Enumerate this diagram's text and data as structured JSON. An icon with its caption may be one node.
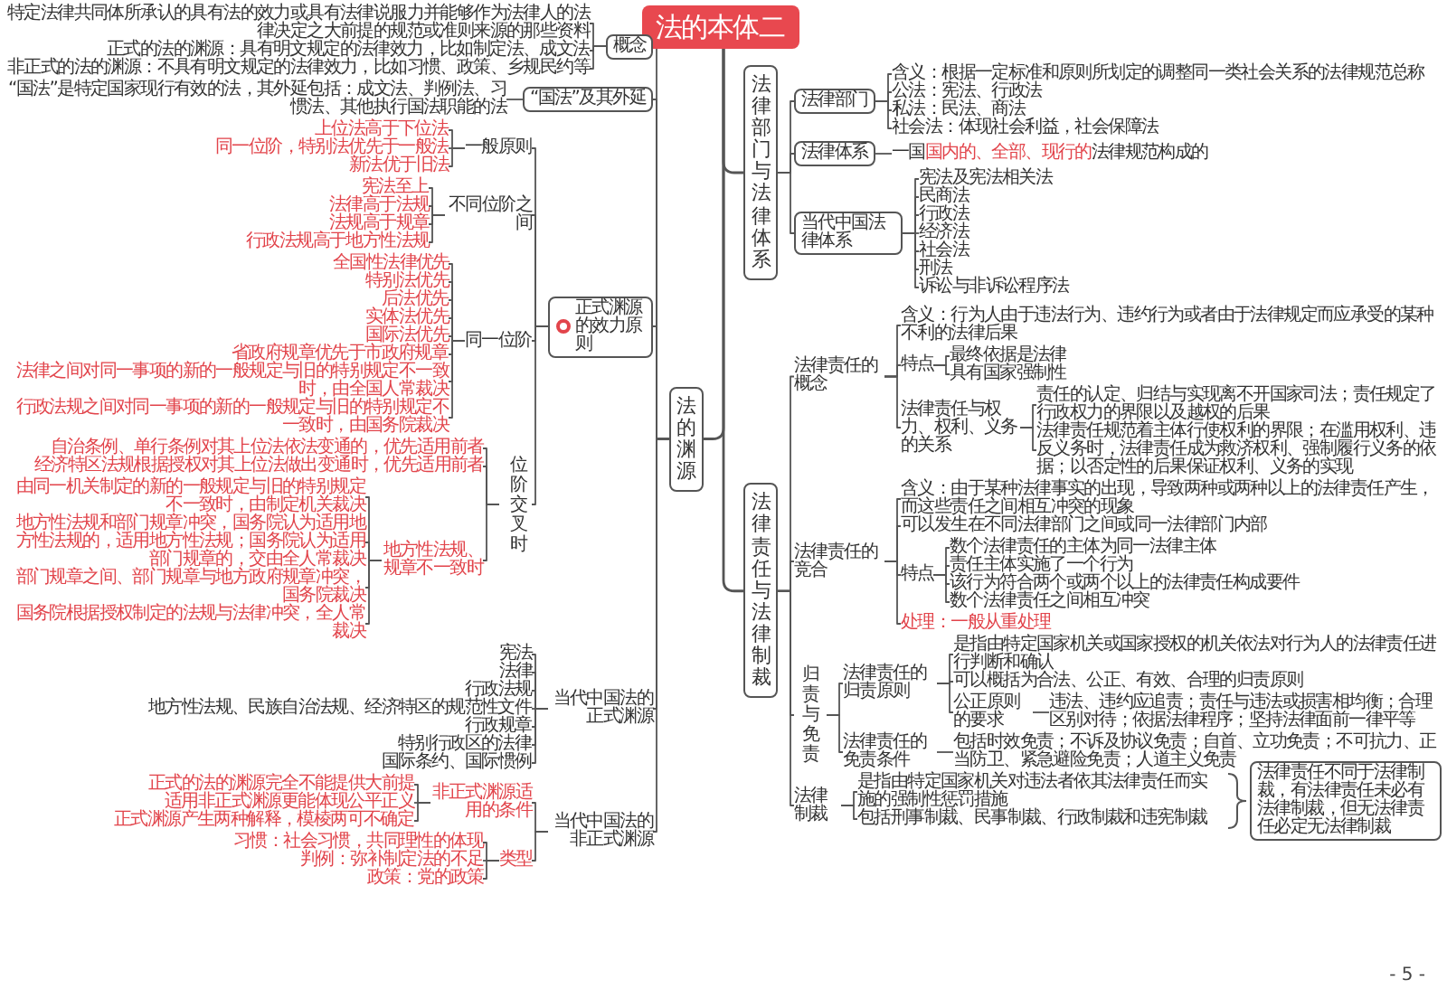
{
  "diagram": {
    "nodes": [
      {
        "text": [
          "法的本体二"
        ]
      },
      {
        "text": [
          "法的渊源"
        ]
      },
      {
        "text": [
          "概念"
        ]
      },
      {
        "text": [
          "特定法律共同体所承认的具有法的效力或具有法律说服力并能够作为法律人的法律决定之大前提的规范或准则来源的那些资料"
        ]
      },
      {
        "text": [
          "正式的法的渊源：具有明文规定的法律效力，比如制定法、成文法"
        ]
      },
      {
        "text": [
          "非正式的法的渊源：不具有明文规定的法律效力，比如习惯、政策、乡规民约等"
        ]
      },
      {
        "text": [
          "“国法”及其外延"
        ]
      },
      {
        "text": [
          "“国法”是特定国家现行有效的法，其外延包括：成文法、判例法、习惯法、其他执行国法职能的法"
        ]
      },
      {
        "text": [
          "正式渊源的效力原则"
        ]
      },
      {
        "text": [
          "一般原则"
        ]
      },
      {
        "text": [
          "上位法高于下位法"
        ]
      },
      {
        "text": [
          "同一位阶，特别法优先于一般法"
        ]
      },
      {
        "text": [
          "新法优于旧法"
        ]
      },
      {
        "text": [
          "不同位阶之间"
        ]
      },
      {
        "text": [
          "宪法至上"
        ]
      },
      {
        "text": [
          "法律高于法规"
        ]
      },
      {
        "text": [
          "法规高于规章"
        ]
      },
      {
        "text": [
          "行政法规高于地方性法规"
        ]
      },
      {
        "text": [
          "同一位阶"
        ]
      },
      {
        "text": [
          "全国性法律优先"
        ]
      },
      {
        "text": [
          "特别法优先"
        ]
      },
      {
        "text": [
          "后法优先"
        ]
      },
      {
        "text": [
          "实体法优先"
        ]
      },
      {
        "text": [
          "国际法优先"
        ]
      },
      {
        "text": [
          "省政府规章优先于市政府规章"
        ]
      },
      {
        "text": [
          "法律之间对同一事项的新的一般规定与旧的特别规定不一致时，由全国人常裁决"
        ]
      },
      {
        "text": [
          "行政法规之间对同一事项的新的一般规定与旧的特别规定不一致时，由国务院裁决"
        ]
      },
      {
        "text": [
          "位阶交叉时"
        ]
      },
      {
        "text": [
          "自治条例、单行条例对其上位法依法变通的，优先适用前者"
        ]
      },
      {
        "text": [
          "经济特区法规根据授权对其上位法做出变通时，优先适用前者"
        ]
      },
      {
        "text": [
          "地方性法规、规章不一致时"
        ]
      },
      {
        "text": [
          "由同一机关制定的新的一般规定与旧的特别规定不一致时，由制定机关裁决"
        ]
      },
      {
        "text": [
          "地方性法规和部门规章冲突，国务院认为适用地方性法规的，适用地方性法规；国务院认为适用部门规章的，交由全人常裁决"
        ]
      },
      {
        "text": [
          "部门规章之间、部门规章与地方政府规章冲突，国务院裁决"
        ]
      },
      {
        "text": [
          "国务院根据授权制定的法规与法律冲突，全人常裁决"
        ]
      },
      {
        "text": [
          "当代中国法的正式渊源"
        ]
      },
      {
        "text": [
          "宪法"
        ]
      },
      {
        "text": [
          "法律"
        ]
      },
      {
        "text": [
          "行政法规"
        ]
      },
      {
        "text": [
          "地方性法规、民族自治法规、经济特区的规范性文件"
        ]
      },
      {
        "text": [
          "行政规章"
        ]
      },
      {
        "text": [
          "特别行政区的法律"
        ]
      },
      {
        "text": [
          "国际条约、国际惯例"
        ]
      },
      {
        "text": [
          "当代中国法的非正式渊源"
        ]
      },
      {
        "text": [
          "非正式渊源适用的条件"
        ]
      },
      {
        "text": [
          "正式的法的渊源完全不能提供大前提"
        ]
      },
      {
        "text": [
          "适用非正式渊源更能体现公平正义"
        ]
      },
      {
        "text": [
          "正式渊源产生两种解释，模棱两可不确定"
        ]
      },
      {
        "text": [
          "类型"
        ]
      },
      {
        "text": [
          "习惯：社会习惯，共同理性的体现"
        ]
      },
      {
        "text": [
          "判例：弥补制定法的不足"
        ]
      },
      {
        "text": [
          "政策：党的政策"
        ]
      },
      {
        "text": [
          "法律部门与法律体系"
        ]
      },
      {
        "text": [
          "法律部门"
        ]
      },
      {
        "text": [
          "含义：根据一定标准和原则所划定的调整同一类社会关系的法律规范总称"
        ]
      },
      {
        "text": [
          "公法：宪法、行政法"
        ]
      },
      {
        "text": [
          "私法：民法、商法"
        ]
      },
      {
        "text": [
          "社会法：体现社会利益，社会保障法"
        ]
      },
      {
        "text": [
          "法律体系"
        ]
      },
      {
        "text": [
          "一国**国内的、全部、现行的**法律规范构成的"
        ]
      },
      {
        "text": [
          "当代中国法律体系"
        ]
      },
      {
        "text": [
          "宪法及宪法相关法"
        ]
      },
      {
        "text": [
          "民商法"
        ]
      },
      {
        "text": [
          "行政法"
        ]
      },
      {
        "text": [
          "经济法"
        ]
      },
      {
        "text": [
          "社会法"
        ]
      },
      {
        "text": [
          "刑法"
        ]
      },
      {
        "text": [
          "诉讼与非诉讼程序法"
        ]
      },
      {
        "text": [
          "法律责任与法律制裁"
        ]
      },
      {
        "text": [
          "法律责任的概念"
        ]
      },
      {
        "text": [
          "含义：行为人由于违法行为、违约行为或者由于法律规定而应承受的某种不利的法律后果"
        ]
      },
      {
        "text": [
          "特点"
        ]
      },
      {
        "text": [
          "最终依据是法律"
        ]
      },
      {
        "text": [
          "具有国家强制性"
        ]
      },
      {
        "text": [
          "法律责任与权力、权利、义务的关系"
        ]
      },
      {
        "text": [
          "责任的认定、归结与实现离不开国家司法；责任规定了行政权力的界限以及越权的后果"
        ]
      },
      {
        "text": [
          "法律责任规范着主体行使权利的界限；在滥用权利、违反义务时，法律责任成为救济权利、强制履行义务的依据；以否定性的后果保证权利、义务的实现"
        ]
      },
      {
        "text": [
          "法律责任的竞合"
        ]
      },
      {
        "text": [
          "含义：由于某种法律事实的出现，导致两种或两种以上的法律责任产生，而这些责任之间相互冲突的现象"
        ]
      },
      {
        "text": [
          "可以发生在不同法律部门之间或同一法律部门内部"
        ]
      },
      {
        "text": [
          "特点"
        ]
      },
      {
        "text": [
          "数个法律责任的主体为同一法律主体"
        ]
      },
      {
        "text": [
          "责任主体实施了一个行为"
        ]
      },
      {
        "text": [
          "该行为符合两个或两个以上的法律责任构成要件"
        ]
      },
      {
        "text": [
          "数个法律责任之间相互冲突"
        ]
      },
      {
        "text": [
          "处理：一般从重处理"
        ]
      },
      {
        "text": [
          "归责与免责"
        ]
      },
      {
        "text": [
          "法律责任的归责原则"
        ]
      },
      {
        "text": [
          "是指由特定国家机关或国家授权的机关依法对行为人的法律责任进行判断和确认"
        ]
      },
      {
        "text": [
          "可以概括为合法、公正、有效、合理的归责原则"
        ]
      },
      {
        "text": [
          "公正原则的要求"
        ]
      },
      {
        "text": [
          "违法、违约应追责；责任与违法或损害相均衡；合理区别对待；依据法律程序；坚持法律面前一律平等"
        ]
      },
      {
        "text": [
          "法律责任的免责条件"
        ]
      },
      {
        "text": [
          "包括时效免责；不诉及协议免责；自首、立功免责；不可抗力、正当防卫、紧急避险免责；人道主义免责"
        ]
      },
      {
        "text": [
          "法律制裁"
        ]
      },
      {
        "text": [
          "是指由特定国家机关对违法者依其法律责任而实施的强制性惩罚措施"
        ]
      },
      {
        "text": [
          "包括刑事制裁、民事制裁、行政制裁和违宪制裁"
        ]
      },
      {
        "text": [
          "法律责任不同于法律制裁，有法律责任未必有法律制裁，但无法律责任必定无法律制裁"
        ]
      }
    ],
    "edges": [
      {
        "from": 0,
        "to": 1,
        "arrow": "none"
      },
      {
        "from": 0,
        "to": 52,
        "arrow": "none"
      },
      {
        "from": 0,
        "to": 68,
        "arrow": "none"
      },
      {
        "from": 1,
        "to": 2,
        "arrow": "none"
      },
      {
        "from": 1,
        "to": 6,
        "arrow": "none"
      },
      {
        "from": 1,
        "to": 8,
        "arrow": "none"
      },
      {
        "from": 1,
        "to": 35,
        "arrow": "none"
      },
      {
        "from": 1,
        "to": 43,
        "arrow": "none"
      },
      {
        "from": 2,
        "to": 3,
        "arrow": "none"
      },
      {
        "from": 2,
        "to": 4,
        "arrow": "none"
      },
      {
        "from": 2,
        "to": 5,
        "arrow": "none"
      },
      {
        "from": 6,
        "to": 7,
        "arrow": "none"
      },
      {
        "from": 8,
        "to": 9,
        "arrow": "none"
      },
      {
        "from": 8,
        "to": 13,
        "arrow": "none"
      },
      {
        "from": 8,
        "to": 18,
        "arrow": "none"
      },
      {
        "from": 8,
        "to": 27,
        "arrow": "none"
      },
      {
        "from": 9,
        "to": 10,
        "arrow": "none"
      },
      {
        "from": 9,
        "to": 11,
        "arrow": "none"
      },
      {
        "from": 9,
        "to": 12,
        "arrow": "none"
      },
      {
        "from": 13,
        "to": 14,
        "arrow": "none"
      },
      {
        "from": 13,
        "to": 15,
        "arrow": "none"
      },
      {
        "from": 13,
        "to": 16,
        "arrow": "none"
      },
      {
        "from": 13,
        "to": 17,
        "arrow": "none"
      },
      {
        "from": 18,
        "to": 19,
        "arrow": "none"
      },
      {
        "from": 18,
        "to": 20,
        "arrow": "none"
      },
      {
        "from": 18,
        "to": 21,
        "arrow": "none"
      },
      {
        "from": 18,
        "to": 22,
        "arrow": "none"
      },
      {
        "from": 18,
        "to": 23,
        "arrow": "none"
      },
      {
        "from": 18,
        "to": 24,
        "arrow": "none"
      },
      {
        "from": 18,
        "to": 25,
        "arrow": "none"
      },
      {
        "from": 18,
        "to": 26,
        "arrow": "none"
      },
      {
        "from": 27,
        "to": 28,
        "arrow": "none"
      },
      {
        "from": 27,
        "to": 29,
        "arrow": "none"
      },
      {
        "from": 27,
        "to": 30,
        "arrow": "none"
      },
      {
        "from": 30,
        "to": 31,
        "arrow": "none"
      },
      {
        "from": 30,
        "to": 32,
        "arrow": "none"
      },
      {
        "from": 30,
        "to": 33,
        "arrow": "none"
      },
      {
        "from": 30,
        "to": 34,
        "arrow": "none"
      },
      {
        "from": 35,
        "to": 36,
        "arrow": "none"
      },
      {
        "from": 35,
        "to": 37,
        "arrow": "none"
      },
      {
        "from": 35,
        "to": 38,
        "arrow": "none"
      },
      {
        "from": 35,
        "to": 39,
        "arrow": "none"
      },
      {
        "from": 35,
        "to": 40,
        "arrow": "none"
      },
      {
        "from": 35,
        "to": 41,
        "arrow": "none"
      },
      {
        "from": 35,
        "to": 42,
        "arrow": "none"
      },
      {
        "from": 43,
        "to": 44,
        "arrow": "none"
      },
      {
        "from": 43,
        "to": 48,
        "arrow": "none"
      },
      {
        "from": 44,
        "to": 45,
        "arrow": "none"
      },
      {
        "from": 44,
        "to": 46,
        "arrow": "none"
      },
      {
        "from": 44,
        "to": 47,
        "arrow": "none"
      },
      {
        "from": 48,
        "to": 49,
        "arrow": "none"
      },
      {
        "from": 48,
        "to": 50,
        "arrow": "none"
      },
      {
        "from": 48,
        "to": 51,
        "arrow": "none"
      },
      {
        "from": 52,
        "to": 53,
        "arrow": "none"
      },
      {
        "from": 52,
        "to": 58,
        "arrow": "none"
      },
      {
        "from": 52,
        "to": 60,
        "arrow": "none"
      },
      {
        "from": 53,
        "to": 54,
        "arrow": "none"
      },
      {
        "from": 53,
        "to": 55,
        "arrow": "none"
      },
      {
        "from": 53,
        "to": 56,
        "arrow": "none"
      },
      {
        "from": 53,
        "to": 57,
        "arrow": "none"
      },
      {
        "from": 58,
        "to": 59,
        "arrow": "none"
      },
      {
        "from": 60,
        "to": 61,
        "arrow": "none"
      },
      {
        "from": 60,
        "to": 62,
        "arrow": "none"
      },
      {
        "from": 60,
        "to": 63,
        "arrow": "none"
      },
      {
        "from": 60,
        "to": 64,
        "arrow": "none"
      },
      {
        "from": 60,
        "to": 65,
        "arrow": "none"
      },
      {
        "from": 60,
        "to": 66,
        "arrow": "none"
      },
      {
        "from": 60,
        "to": 67,
        "arrow": "none"
      },
      {
        "from": 68,
        "to": 69,
        "arrow": "none"
      },
      {
        "from": 68,
        "to": 77,
        "arrow": "none"
      },
      {
        "from": 68,
        "to": 86,
        "arrow": "none"
      },
      {
        "from": 68,
        "to": 94,
        "arrow": "none"
      },
      {
        "from": 69,
        "to": 70,
        "arrow": "none"
      },
      {
        "from": 69,
        "to": 71,
        "arrow": "none"
      },
      {
        "from": 69,
        "to": 74,
        "arrow": "none"
      },
      {
        "from": 71,
        "to": 72,
        "arrow": "none"
      },
      {
        "from": 71,
        "to": 73,
        "arrow": "none"
      },
      {
        "from": 74,
        "to": 75,
        "arrow": "none"
      },
      {
        "from": 74,
        "to": 76,
        "arrow": "none"
      },
      {
        "from": 77,
        "to": 78,
        "arrow": "none"
      },
      {
        "from": 77,
        "to": 79,
        "arrow": "none"
      },
      {
        "from": 77,
        "to": 80,
        "arrow": "none"
      },
      {
        "from": 77,
        "to": 85,
        "arrow": "none"
      },
      {
        "from": 80,
        "to": 81,
        "arrow": "none"
      },
      {
        "from": 80,
        "to": 82,
        "arrow": "none"
      },
      {
        "from": 80,
        "to": 83,
        "arrow": "none"
      },
      {
        "from": 80,
        "to": 84,
        "arrow": "none"
      },
      {
        "from": 86,
        "to": 87,
        "arrow": "none"
      },
      {
        "from": 86,
        "to": 92,
        "arrow": "none"
      },
      {
        "from": 87,
        "to": 88,
        "arrow": "none"
      },
      {
        "from": 87,
        "to": 89,
        "arrow": "none"
      },
      {
        "from": 87,
        "to": 90,
        "arrow": "none"
      },
      {
        "from": 90,
        "to": 91,
        "arrow": "none"
      },
      {
        "from": 92,
        "to": 93,
        "arrow": "none"
      },
      {
        "from": 94,
        "to": 95,
        "arrow": "none"
      },
      {
        "from": 94,
        "to": 96,
        "arrow": "none"
      }
    ],
    "labels": [
      "- 5 -"
    ]
  }
}
